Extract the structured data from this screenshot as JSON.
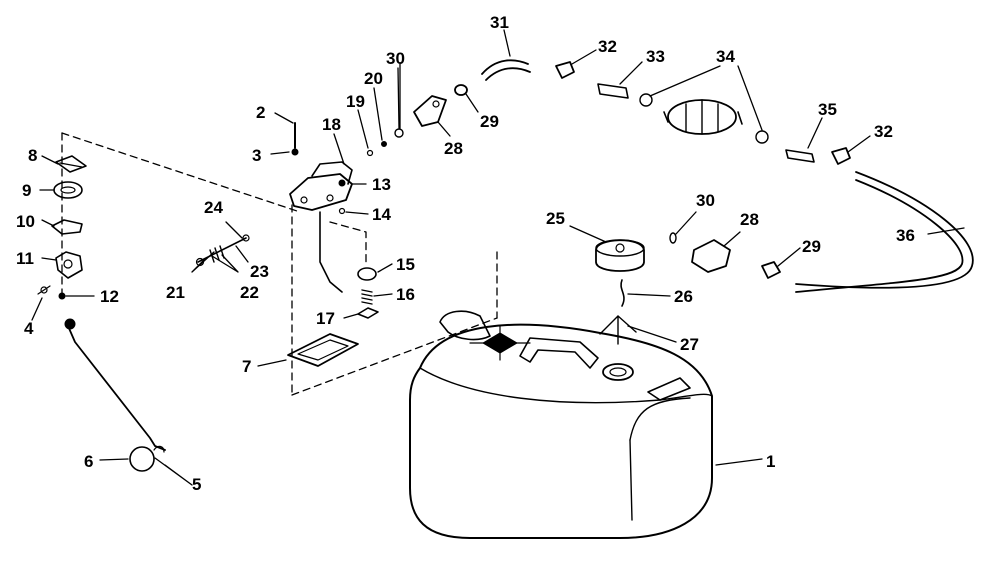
{
  "diagram": {
    "labels": [
      {
        "id": "p1",
        "text": "1"
      },
      {
        "id": "p2",
        "text": "2"
      },
      {
        "id": "p3",
        "text": "3"
      },
      {
        "id": "p4",
        "text": "4"
      },
      {
        "id": "p5",
        "text": "5"
      },
      {
        "id": "p6",
        "text": "6"
      },
      {
        "id": "p7",
        "text": "7"
      },
      {
        "id": "p8",
        "text": "8"
      },
      {
        "id": "p9",
        "text": "9"
      },
      {
        "id": "p10",
        "text": "10"
      },
      {
        "id": "p11",
        "text": "11"
      },
      {
        "id": "p12",
        "text": "12"
      },
      {
        "id": "p13",
        "text": "13"
      },
      {
        "id": "p14",
        "text": "14"
      },
      {
        "id": "p15",
        "text": "15"
      },
      {
        "id": "p16",
        "text": "16"
      },
      {
        "id": "p17",
        "text": "17"
      },
      {
        "id": "p18",
        "text": "18"
      },
      {
        "id": "p19",
        "text": "19"
      },
      {
        "id": "p20",
        "text": "20"
      },
      {
        "id": "p21",
        "text": "21"
      },
      {
        "id": "p22",
        "text": "22"
      },
      {
        "id": "p23",
        "text": "23"
      },
      {
        "id": "p24",
        "text": "24"
      },
      {
        "id": "p25",
        "text": "25"
      },
      {
        "id": "p26",
        "text": "26"
      },
      {
        "id": "p27",
        "text": "27"
      },
      {
        "id": "p28a",
        "text": "28"
      },
      {
        "id": "p28b",
        "text": "28"
      },
      {
        "id": "p29a",
        "text": "29"
      },
      {
        "id": "p29b",
        "text": "29"
      },
      {
        "id": "p30a",
        "text": "30"
      },
      {
        "id": "p30b",
        "text": "30"
      },
      {
        "id": "p31",
        "text": "31"
      },
      {
        "id": "p32a",
        "text": "32"
      },
      {
        "id": "p32b",
        "text": "32"
      },
      {
        "id": "p33",
        "text": "33"
      },
      {
        "id": "p34",
        "text": "34"
      },
      {
        "id": "p35",
        "text": "35"
      },
      {
        "id": "p36",
        "text": "36"
      }
    ]
  }
}
